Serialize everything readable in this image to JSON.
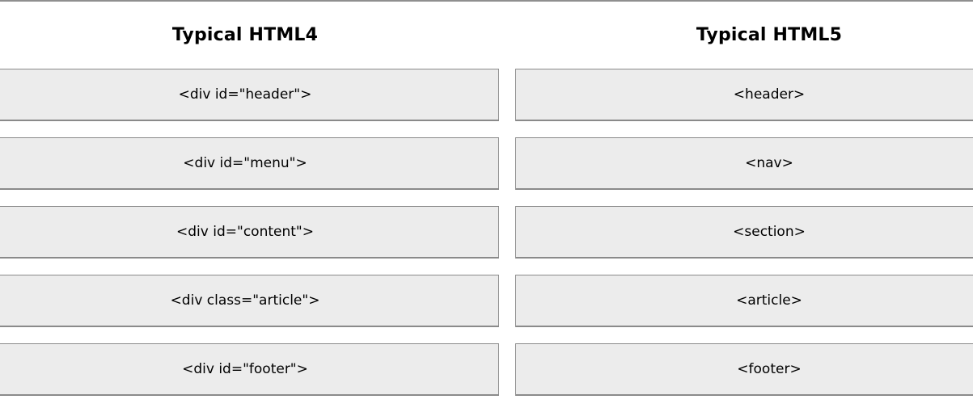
{
  "columns": [
    {
      "title": "Typical HTML4",
      "boxes": [
        "<div id=\"header\">",
        "<div id=\"menu\">",
        "<div id=\"content\">",
        "<div class=\"article\">",
        "<div id=\"footer\">"
      ]
    },
    {
      "title": "Typical HTML5",
      "boxes": [
        "<header>",
        "<nav>",
        "<section>",
        "<article>",
        "<footer>"
      ]
    }
  ],
  "colors": {
    "box_background": "#ececec",
    "box_border": "#8a8a8a",
    "top_rule": "#8f8f8f",
    "text": "#000000"
  }
}
